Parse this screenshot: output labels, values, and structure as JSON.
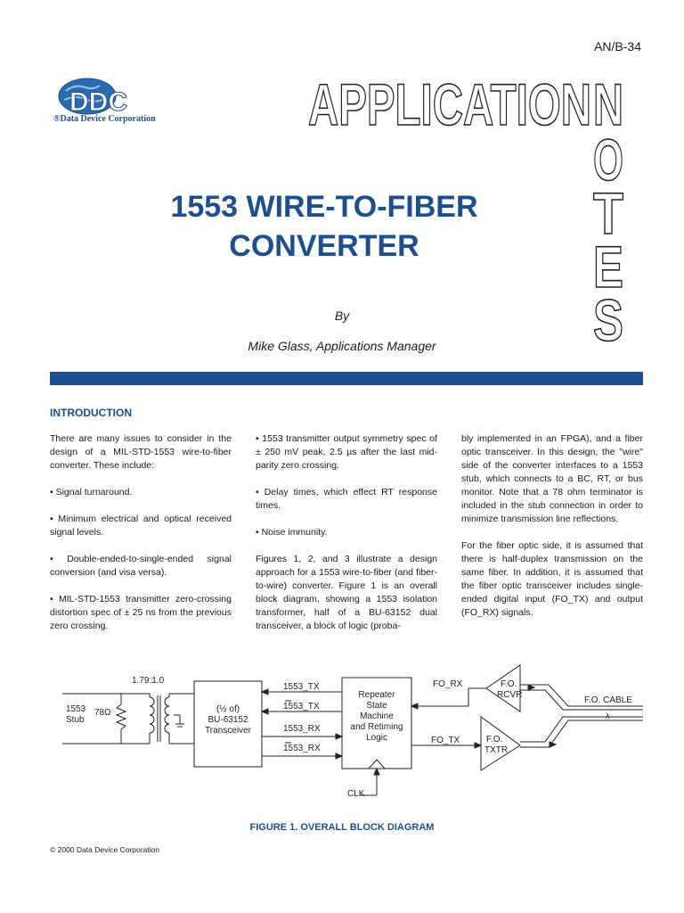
{
  "header": {
    "doc_number": "AN/B-34",
    "company_name": "®Data Device Corporation",
    "logo_letters": "DDC",
    "banner_word": "APPLICATION",
    "banner_vertical": [
      "N",
      "O",
      "T",
      "E",
      "S"
    ]
  },
  "title": {
    "line1": "1553 WIRE-TO-FIBER",
    "line2": "CONVERTER",
    "by": "By",
    "author": "Mike Glass, Applications Manager"
  },
  "introduction": {
    "heading": "INTRODUCTION",
    "col1": [
      "There are many issues to consider in the design of a MIL-STD-1553 wire-to-fiber converter. These include:",
      "•  Signal turnaround.",
      "•  Minimum electrical and optical received signal levels.",
      "•  Double-ended-to-single-ended signal conversion (and visa versa).",
      "•  MIL-STD-1553 transmitter zero-crossing distortion spec of ± 25 ns from the previous zero crossing."
    ],
    "col2": [
      "•  1553 transmitter output symmetry spec of ± 250 mV peak, 2.5 µs after the last mid-parity zero crossing.",
      "•  Delay times, which effect RT response times.",
      "•  Noise immunity.",
      "Figures 1, 2, and 3 illustrate a design approach for a 1553 wire-to-fiber (and fiber-to-wire) converter. Figure 1 is an overall block diagram, showing a 1553 isolation transformer, half of a BU-63152 dual transceiver, a block of logic (proba-"
    ],
    "col3": [
      "bly implemented in an FPGA), and a fiber optic transceiver. In this design, the \"wire\" side of the converter interfaces to a 1553 stub, which connects to a BC, RT, or bus monitor. Note that a 78 ohm terminator is included in the stub connection in order to minimize transmission line reflections.",
      "For the fiber optic side, it is assumed that there is half-duplex transmission on the same fiber. In addition, it is assumed that the fiber optic transceiver includes single-ended digital input (FO_TX) and output (FO_RX) signals."
    ]
  },
  "figure": {
    "ratio": "1.79:1.0",
    "stub": [
      "1553",
      "Stub"
    ],
    "resistor": "78Ω",
    "transceiver": [
      "(½ of)",
      "BU-63152",
      "Transceiver"
    ],
    "signals": [
      "1553_TX",
      "1553_TX",
      "1553_RX",
      "1553_RX"
    ],
    "logic": [
      "Repeater",
      "State",
      "Machine",
      "and Retiming",
      "Logic"
    ],
    "clk": "CLK",
    "fo_rx": "FO_RX",
    "fo_tx": "FO_TX",
    "rcvr": [
      "F.O.",
      "RCVR"
    ],
    "txtr": [
      "F.O.",
      "TXTR"
    ],
    "cable": "F.O. CABLE",
    "lambda": "λ",
    "caption": "FIGURE 1. OVERALL BLOCK DIAGRAM"
  },
  "footer": {
    "copyright": "© 2000 Data Device Corporation"
  },
  "colors": {
    "brand_blue": "#1d4f8f"
  }
}
